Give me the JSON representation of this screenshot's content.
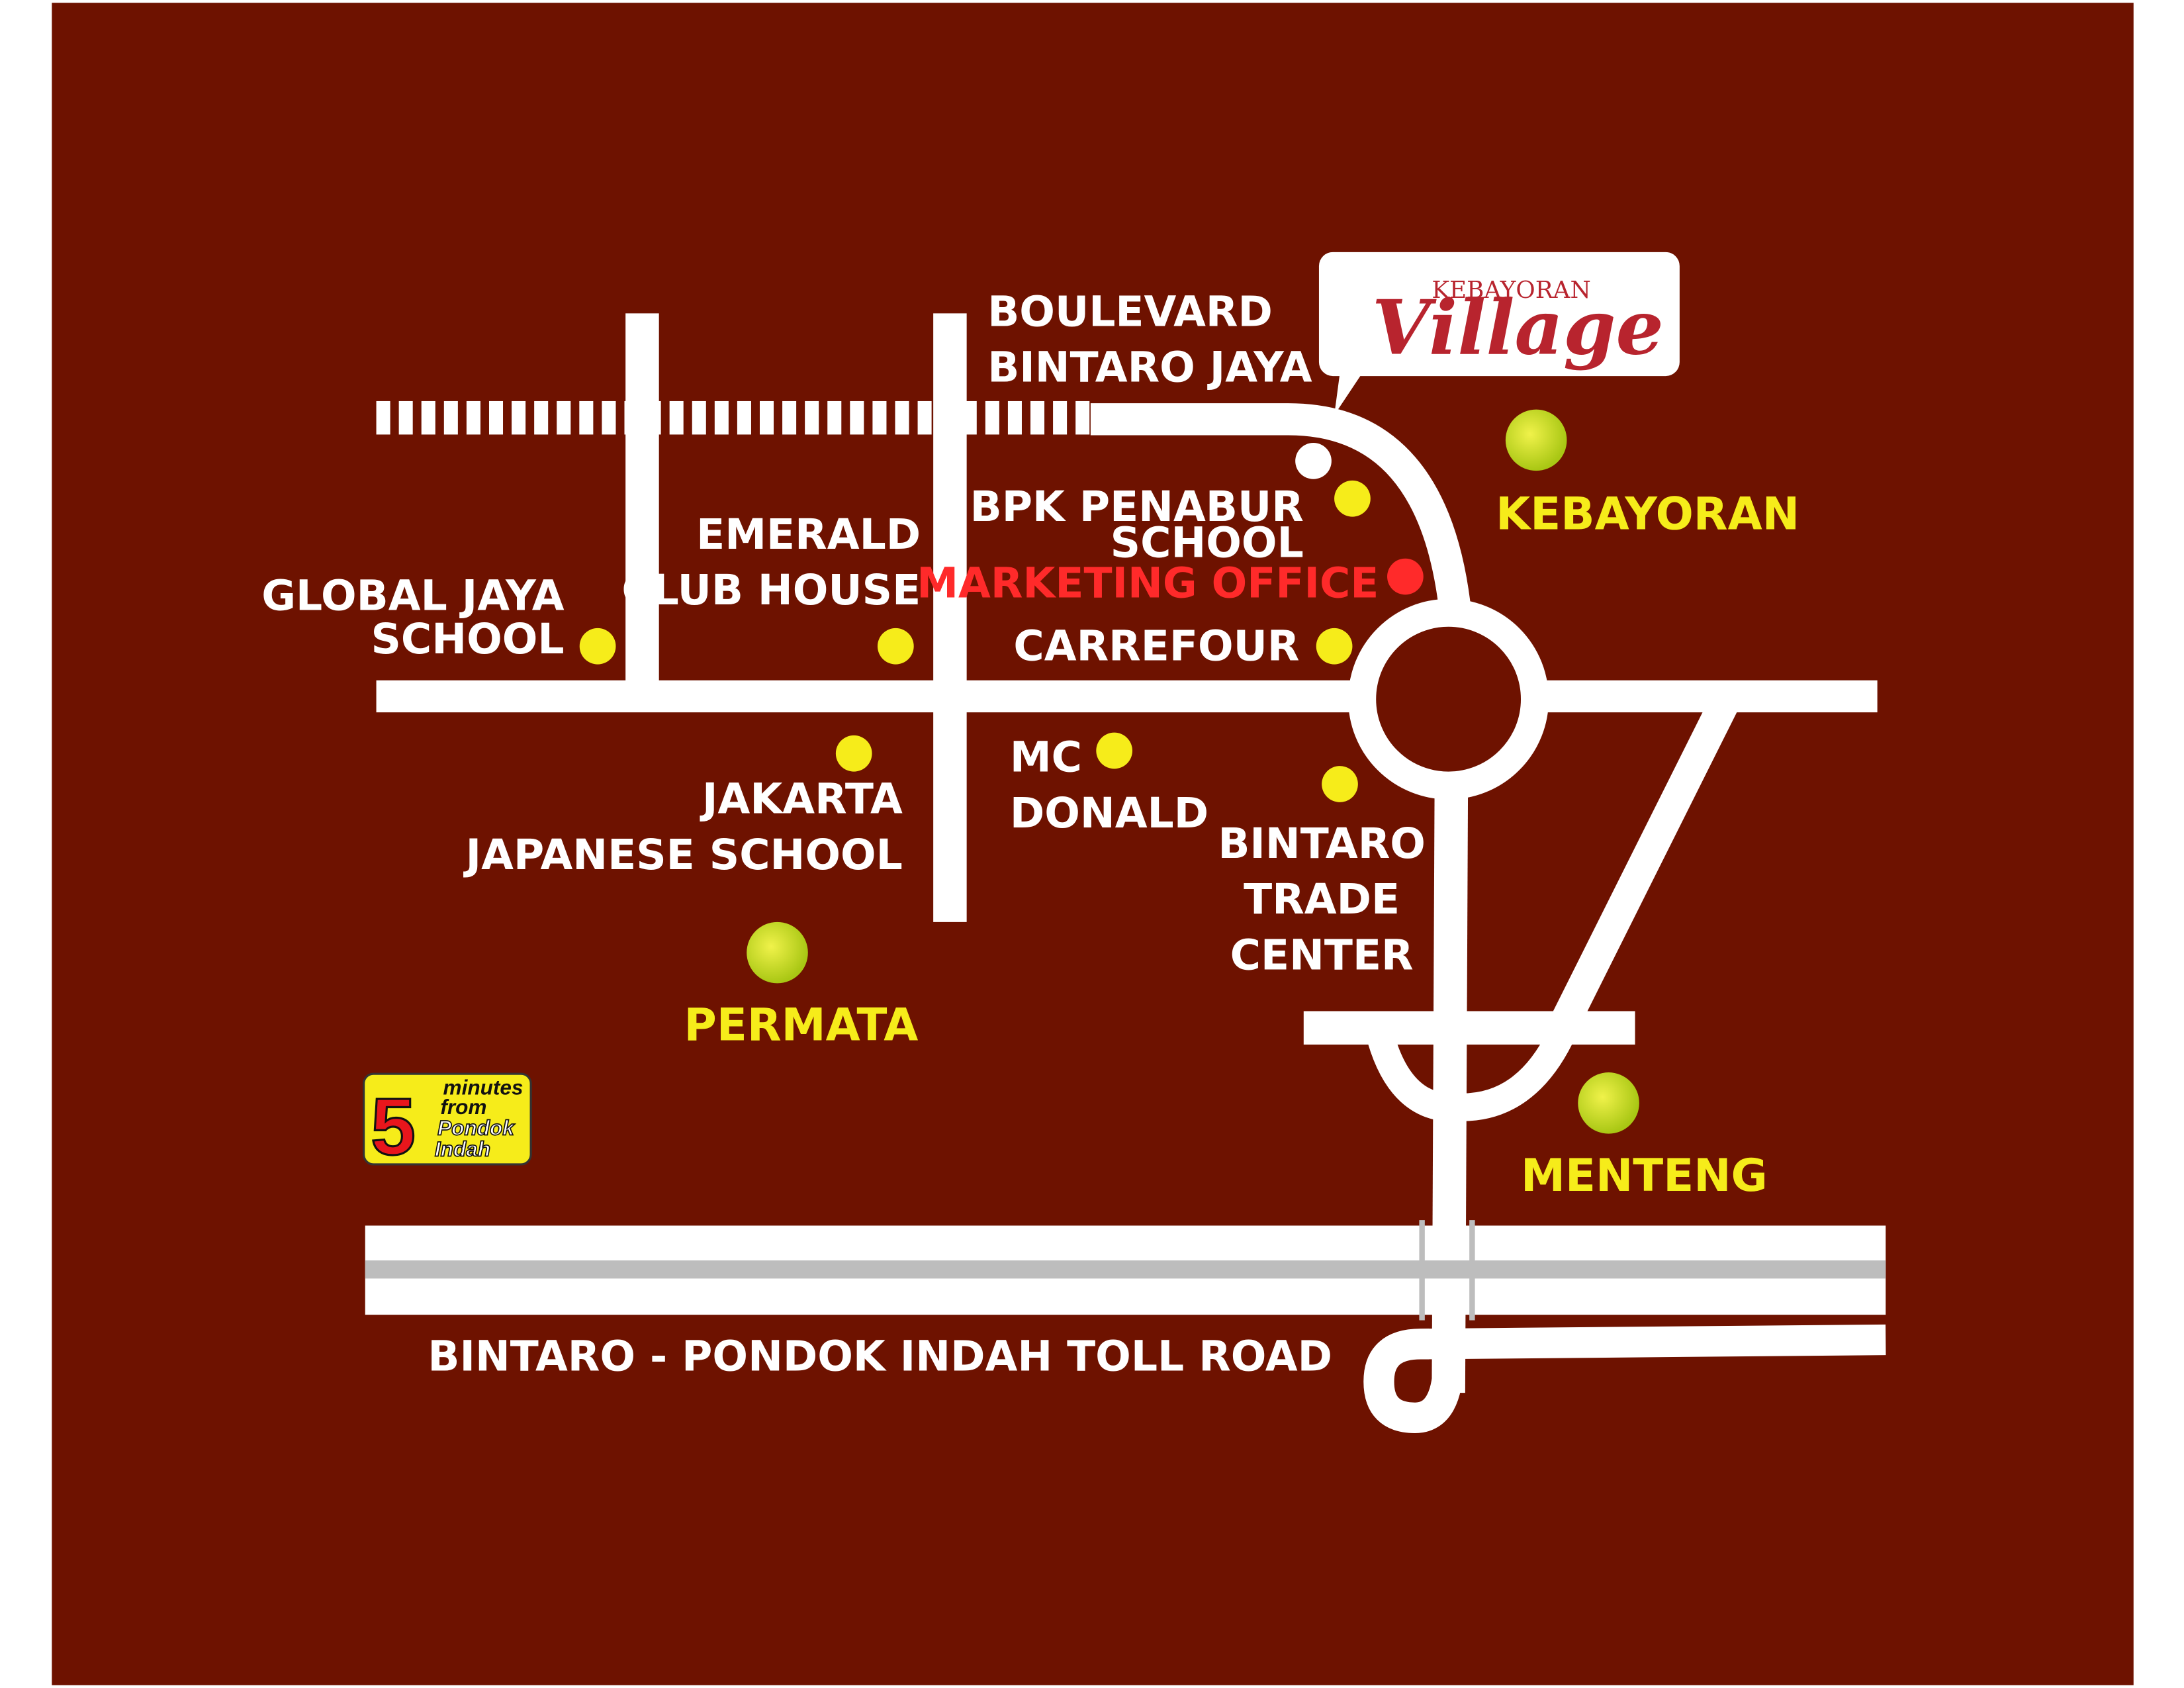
{
  "colors": {
    "background": "#6e1200",
    "road": "#ffffff",
    "poi_dot": "#f6ec1a",
    "marketing": "#ff2a2a",
    "area_dot": "#c9e01e",
    "toll_stripe": "#bdbdbd"
  },
  "logo": {
    "top": "KEBAYORAN",
    "main": "Village"
  },
  "labels": {
    "boulevard_1": "BOULEVARD",
    "boulevard_2": "BINTARO JAYA",
    "bpk_1": "BPK PENABUR",
    "bpk_2": "SCHOOL",
    "marketing": "MARKETING OFFICE",
    "carrefour": "CARREFOUR",
    "emerald_1": "EMERALD",
    "emerald_2": "CLUB HOUSE",
    "global_1": "GLOBAL JAYA",
    "global_2": "SCHOOL",
    "jakarta_1": "JAKARTA",
    "jakarta_2": "JAPANESE SCHOOL",
    "mc_1": "MC",
    "mc_2": "DONALD",
    "btc_1": "BINTARO",
    "btc_2": "TRADE",
    "btc_3": "CENTER",
    "toll": "BINTARO - PONDOK INDAH TOLL ROAD"
  },
  "areas": {
    "kebayoran": "KEBAYORAN",
    "permata": "PERMATA",
    "menteng": "MENTENG"
  },
  "badge": {
    "number": "5",
    "line1": "minutes",
    "line2": "from",
    "line3": "Pondok",
    "line4": "Indah"
  }
}
